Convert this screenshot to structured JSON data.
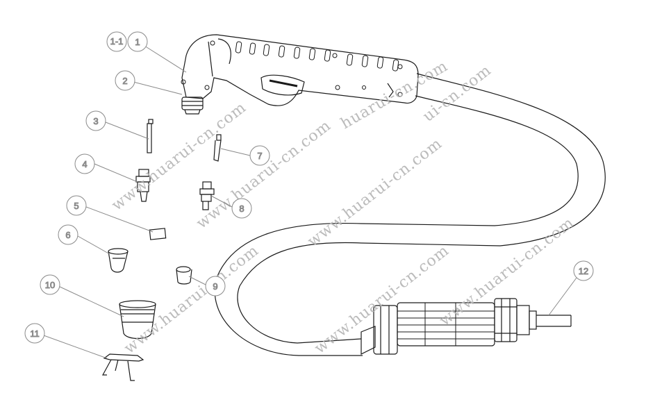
{
  "callouts": [
    {
      "id": "1-1",
      "label": "1-1"
    },
    {
      "id": "1",
      "label": "1"
    },
    {
      "id": "2",
      "label": "2"
    },
    {
      "id": "3",
      "label": "3"
    },
    {
      "id": "4",
      "label": "4"
    },
    {
      "id": "5",
      "label": "5"
    },
    {
      "id": "6",
      "label": "6"
    },
    {
      "id": "7",
      "label": "7"
    },
    {
      "id": "8",
      "label": "8"
    },
    {
      "id": "9",
      "label": "9"
    },
    {
      "id": "10",
      "label": "10"
    },
    {
      "id": "11",
      "label": "11"
    },
    {
      "id": "12",
      "label": "12"
    }
  ],
  "watermark": {
    "text": "www.huarui-cn.com",
    "text_cut_1": "huarui-cn.com",
    "text_cut_2": "ui-cn.com"
  },
  "colors": {
    "line": "#1a1a1a",
    "callout": "#8a8a8a",
    "watermark": "#b4b4b4"
  }
}
